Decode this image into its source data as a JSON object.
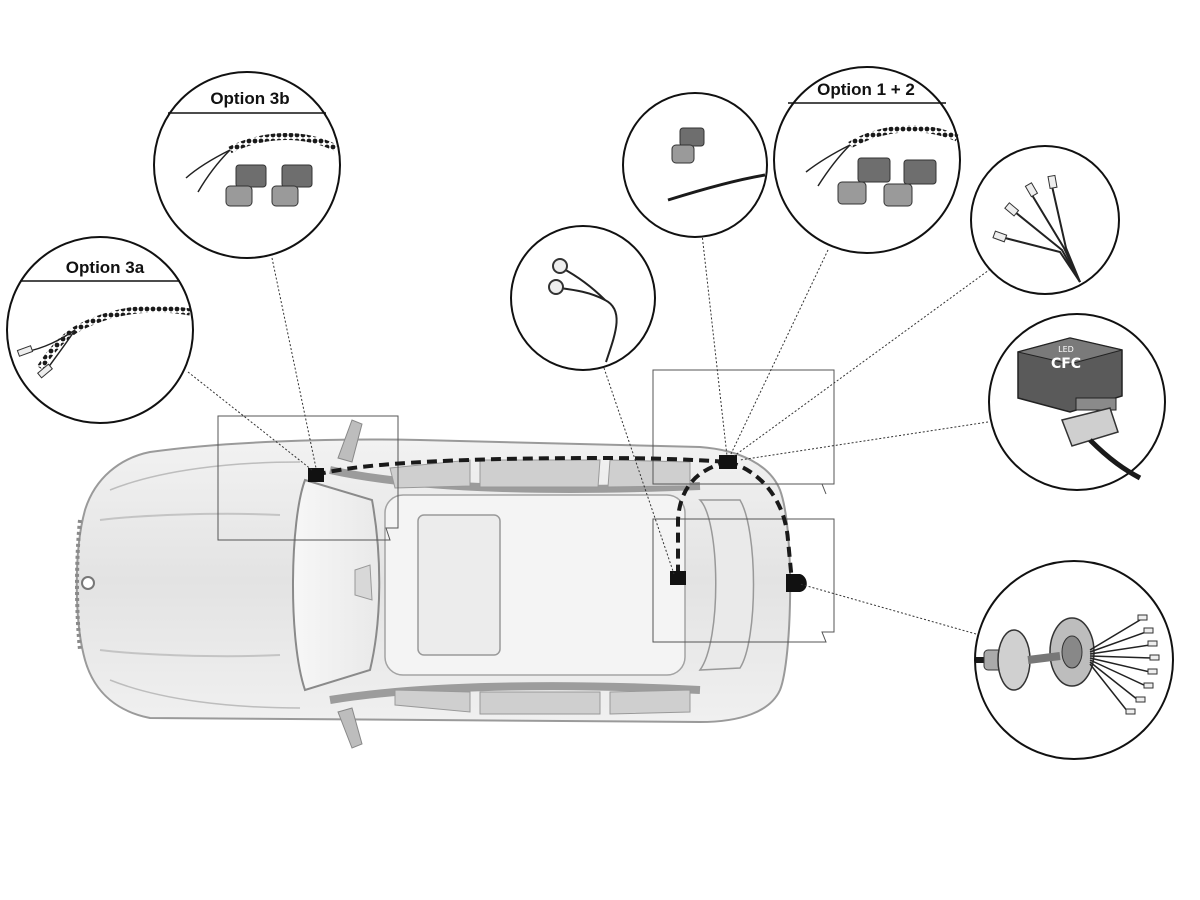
{
  "diagram": {
    "callouts": {
      "option_3a": {
        "label": "Option 3a"
      },
      "option_3b": {
        "label": "Option 3b"
      },
      "option_1_2": {
        "label": "Option 1 + 2"
      },
      "ring_terminals": {
        "label": ""
      },
      "connector_cable": {
        "label": ""
      },
      "spade_wires": {
        "label": ""
      },
      "control_module": {
        "label": "",
        "brand": "CFC",
        "brand_sub": "LED"
      },
      "towbar_socket": {
        "label": ""
      }
    },
    "colors": {
      "wire": "#1a1a1a",
      "car_body": "#e6e6e6",
      "car_outline": "#9a9a9a",
      "module": "#5a5a5a",
      "connector": "#6e6e6e"
    }
  }
}
